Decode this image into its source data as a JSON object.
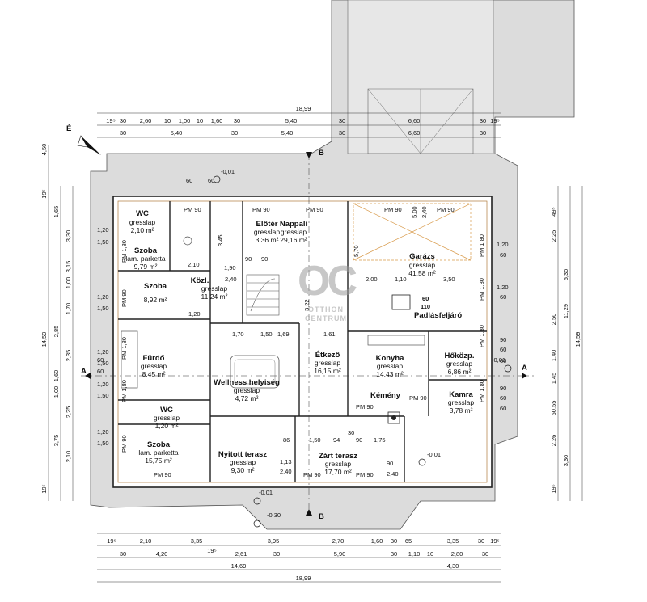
{
  "rooms": [
    {
      "id": "wc1",
      "name": "WC",
      "mat": "gresslap",
      "area": "2,10 m²"
    },
    {
      "id": "szoba1",
      "name": "Szoba",
      "mat": "lam. parketta",
      "area": "9,79 m²"
    },
    {
      "id": "szoba2",
      "name": "Szoba",
      "mat": "",
      "area": "8,92 m²"
    },
    {
      "id": "furdo",
      "name": "Fürdő",
      "mat": "gresslap",
      "area": "8,45 m²"
    },
    {
      "id": "wc2",
      "name": "WC",
      "mat": "gresslap",
      "area": "1,20 m²"
    },
    {
      "id": "szoba3",
      "name": "Szoba",
      "mat": "lam. parketta",
      "area": "15,75 m²"
    },
    {
      "id": "kozl",
      "name": "Közl.",
      "mat": "gresslap",
      "area": "11,24 m²"
    },
    {
      "id": "eloter",
      "name": "Előtér",
      "mat": "gresslap",
      "area": "3,36 m²"
    },
    {
      "id": "nappali",
      "name": "Nappali",
      "mat": "gresslap",
      "area": "29,16 m²"
    },
    {
      "id": "wellness",
      "name": "Wellness helyiség",
      "mat": "gresslap",
      "area": "4,72 m²"
    },
    {
      "id": "etkezo",
      "name": "Étkező",
      "mat": "gresslap",
      "area": "16,15 m²"
    },
    {
      "id": "konyha",
      "name": "Konyha",
      "mat": "gresslap",
      "area": "14,43 m²"
    },
    {
      "id": "hokozp",
      "name": "Hőközp.",
      "mat": "gresslap",
      "area": "6,86 m²"
    },
    {
      "id": "kamra",
      "name": "Kamra",
      "mat": "gresslap",
      "area": "3,78 m²"
    },
    {
      "id": "garazs",
      "name": "Garázs",
      "mat": "gresslap",
      "area": "41,58 m²"
    },
    {
      "id": "nyitott",
      "name": "Nyitott terasz",
      "mat": "gresslap",
      "area": "9,30 m²"
    },
    {
      "id": "zart",
      "name": "Zárt terasz",
      "mat": "gresslap",
      "area": "17,70 m²"
    }
  ],
  "labels": {
    "kemeny": "Kémény",
    "padlas": "Padlásfeljáró",
    "padlas_dims": "60",
    "padlas_dims2": "110",
    "north": "É",
    "section_a": "A",
    "section_b": "B",
    "watermark_logo": "OC",
    "watermark_1": "OTTHON",
    "watermark_2": "CENTRUM"
  },
  "levels": {
    "l1": "-0,01",
    "l2": "-0,01",
    "l3": "-0,01",
    "l4": "-0,01",
    "l5": "-0,30"
  },
  "dims_top": {
    "overall": "18,99",
    "row1": [
      "19⁵",
      "30",
      "2,60",
      "10",
      "1,00",
      "10",
      "1,60",
      "30",
      "5,40",
      "30",
      "6,60",
      "30",
      "19⁵"
    ],
    "row2": [
      "30",
      "5,40",
      "30",
      "5,40",
      "30",
      "6,60",
      "30"
    ]
  },
  "dims_bottom": {
    "row1": [
      "19⁵",
      "2,10",
      "3,35",
      "3,95",
      "2,70",
      "1,60",
      "30",
      "65",
      "3,35",
      "30",
      "19⁵"
    ],
    "row2": [
      "30",
      "4,20",
      "19⁵",
      "2,61",
      "30",
      "5,90",
      "30",
      "1,10",
      "10",
      "2,80",
      "30"
    ],
    "r3a": "14,69",
    "r3b": "4,30",
    "overall": "18,99"
  },
  "dims_left": [
    "4,50",
    "19⁵",
    "1,65",
    "3,30",
    "3,15",
    "1,00",
    "1,70",
    "2,85",
    "2,35",
    "1,60",
    "1,00",
    "2,25",
    "3,75",
    "2,10",
    "14,59",
    "19⁵"
  ],
  "dims_right": [
    "49⁵",
    "2,25",
    "6,30",
    "2,50",
    "1,40",
    "1,45",
    "50,55",
    "2,26",
    "3,30",
    "11,29",
    "14,59",
    "19⁵"
  ],
  "openings": [
    "PM 90",
    "PM 90",
    "PM 90",
    "PM 90",
    "PM 90",
    "PM 90",
    "PM 90",
    "PM 90",
    "PM 90",
    "PM 90",
    "PM 1,80",
    "PM 1,80",
    "PM 1,80",
    "PM 1,80",
    "PM 1,80",
    "PM 1,80",
    "PM 1,80",
    "PM 90",
    "PM 90"
  ],
  "misc_dims": [
    "1,20",
    "1,50",
    "1,20",
    "1,50",
    "1,20",
    "1,50",
    "1,20",
    "1,50",
    "1,20",
    "1,50",
    "60",
    "60",
    "60",
    "60",
    "60",
    "60",
    "1,20",
    "60",
    "1,20",
    "60",
    "90",
    "60",
    "90",
    "60",
    "5,00",
    "2,40",
    "5,70",
    "2,00",
    "1,10",
    "3,50",
    "1,90",
    "2,40",
    "2,10",
    "90",
    "90",
    "1,70",
    "1,50",
    "1,20",
    "1,61",
    "1,69",
    "3,22",
    "3,45",
    "86",
    "1,50",
    "94",
    "30",
    "90",
    "1,75",
    "1,13",
    "2,40",
    "90",
    "2,40"
  ]
}
